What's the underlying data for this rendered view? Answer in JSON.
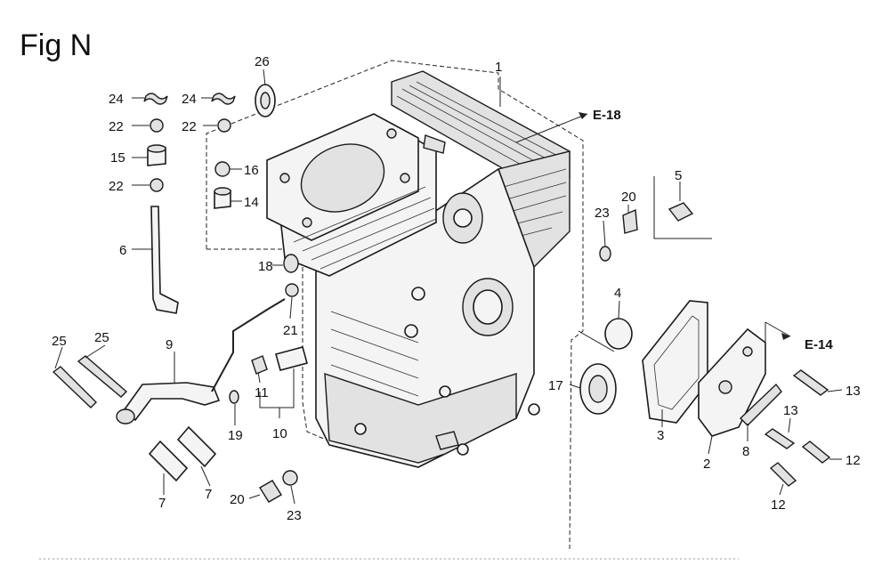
{
  "figure": {
    "title": "Fig N"
  },
  "callouts": [
    {
      "id": "c1",
      "text": "1"
    },
    {
      "id": "c2",
      "text": "2"
    },
    {
      "id": "c3",
      "text": "3"
    },
    {
      "id": "c4",
      "text": "4"
    },
    {
      "id": "c5",
      "text": "5"
    },
    {
      "id": "c6",
      "text": "6"
    },
    {
      "id": "c7a",
      "text": "7"
    },
    {
      "id": "c7b",
      "text": "7"
    },
    {
      "id": "c8",
      "text": "8"
    },
    {
      "id": "c9",
      "text": "9"
    },
    {
      "id": "c10",
      "text": "10"
    },
    {
      "id": "c11",
      "text": "11"
    },
    {
      "id": "c12a",
      "text": "12"
    },
    {
      "id": "c12b",
      "text": "12"
    },
    {
      "id": "c13a",
      "text": "13"
    },
    {
      "id": "c13b",
      "text": "13"
    },
    {
      "id": "c14",
      "text": "14"
    },
    {
      "id": "c15",
      "text": "15"
    },
    {
      "id": "c16",
      "text": "16"
    },
    {
      "id": "c17",
      "text": "17"
    },
    {
      "id": "c18",
      "text": "18"
    },
    {
      "id": "c19",
      "text": "19"
    },
    {
      "id": "c20a",
      "text": "20"
    },
    {
      "id": "c20b",
      "text": "20"
    },
    {
      "id": "c21",
      "text": "21"
    },
    {
      "id": "c22a",
      "text": "22"
    },
    {
      "id": "c22b",
      "text": "22"
    },
    {
      "id": "c22c",
      "text": "22"
    },
    {
      "id": "c23a",
      "text": "23"
    },
    {
      "id": "c23b",
      "text": "23"
    },
    {
      "id": "c24a",
      "text": "24"
    },
    {
      "id": "c24b",
      "text": "24"
    },
    {
      "id": "c25a",
      "text": "25"
    },
    {
      "id": "c25b",
      "text": "25"
    },
    {
      "id": "c26",
      "text": "26"
    }
  ],
  "references": [
    {
      "id": "r1",
      "text": "E-18"
    },
    {
      "id": "r2",
      "text": "E-14"
    }
  ]
}
